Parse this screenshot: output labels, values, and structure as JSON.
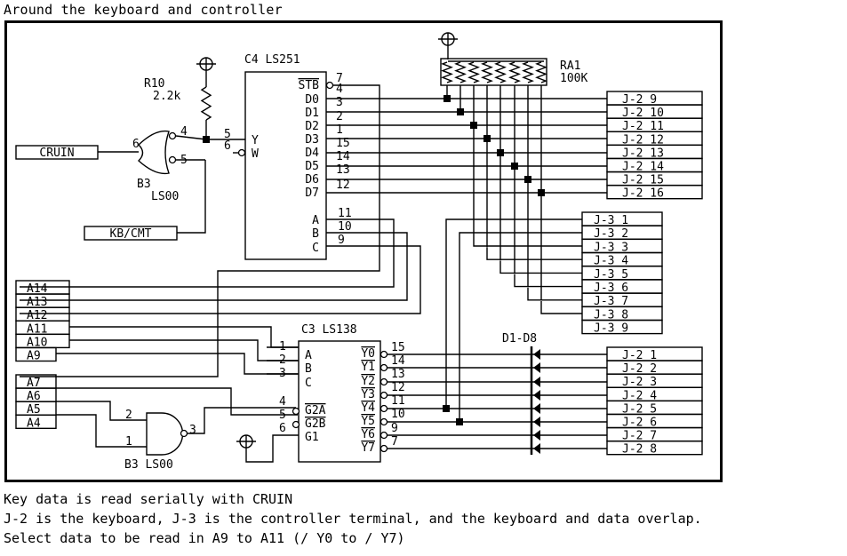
{
  "title": "Around the keyboard and controller",
  "components": {
    "r10": {
      "ref": "R10",
      "value": "2.2k"
    },
    "c4": {
      "ref": "C4",
      "part": "LS251",
      "pins_left": [
        {
          "name": "Y",
          "pin": "5"
        },
        {
          "name": "W",
          "pin": "6"
        }
      ],
      "pins_right": [
        {
          "name": "STB",
          "pin": "7"
        },
        {
          "name": "D0",
          "pin": "4"
        },
        {
          "name": "D1",
          "pin": "3"
        },
        {
          "name": "D2",
          "pin": "2"
        },
        {
          "name": "D3",
          "pin": "1"
        },
        {
          "name": "D4",
          "pin": "15"
        },
        {
          "name": "D5",
          "pin": "14"
        },
        {
          "name": "D6",
          "pin": "13"
        },
        {
          "name": "D7",
          "pin": "12"
        }
      ],
      "select_pins": [
        {
          "name": "A",
          "pin": "11"
        },
        {
          "name": "B",
          "pin": "10"
        },
        {
          "name": "C",
          "pin": "9"
        }
      ]
    },
    "b3_nand_top": {
      "ref": "B3",
      "part": "LS00",
      "pins": [
        "6",
        "4",
        "5"
      ]
    },
    "b3_nand_bottom": {
      "ref": "B3",
      "part": "LS00",
      "label": "B3 LS00",
      "pins": [
        "2",
        "1",
        "3"
      ]
    },
    "ra1": {
      "ref": "RA1",
      "value": "100K"
    },
    "c3": {
      "ref": "C3",
      "part": "LS138",
      "inputs": [
        {
          "name": "A",
          "pin": "1"
        },
        {
          "name": "B",
          "pin": "2"
        },
        {
          "name": "C",
          "pin": "3"
        },
        {
          "name": "G2A",
          "pin": "4"
        },
        {
          "name": "G2B",
          "pin": "5"
        },
        {
          "name": "G1",
          "pin": "6"
        }
      ],
      "outputs": [
        {
          "name": "Y0",
          "pin": "15"
        },
        {
          "name": "Y1",
          "pin": "14"
        },
        {
          "name": "Y2",
          "pin": "13"
        },
        {
          "name": "Y3",
          "pin": "12"
        },
        {
          "name": "Y4",
          "pin": "11"
        },
        {
          "name": "Y5",
          "pin": "10"
        },
        {
          "name": "Y6",
          "pin": "9"
        },
        {
          "name": "Y7",
          "pin": "7"
        }
      ]
    },
    "diodes": {
      "label": "D1-D8"
    }
  },
  "signals": {
    "cruin": "CRUIN",
    "kb_cmt": "KB/CMT",
    "address_high": [
      "A14",
      "A13",
      "A12",
      "A11",
      "A10",
      "A9"
    ],
    "address_low": [
      "A7",
      "A6",
      "A5",
      "A4"
    ]
  },
  "connectors": {
    "j2_upper": [
      "J-2  9",
      "J-2  10",
      "J-2  11",
      "J-2  12",
      "J-2  13",
      "J-2  14",
      "J-2  15",
      "J-2  16"
    ],
    "j3": [
      "J-3  1",
      "J-3  2",
      "J-3  3",
      "J-3  4",
      "J-3  5",
      "J-3  6",
      "J-3  7",
      "J-3  8",
      "J-3  9"
    ],
    "j2_lower": [
      "J-2  1",
      "J-2  2",
      "J-2  3",
      "J-2  4",
      "J-2  5",
      "J-2  6",
      "J-2  7",
      "J-2  8"
    ]
  },
  "notes": [
    "Key data is read serially with CRUIN",
    "J-2 is the keyboard, J-3 is the controller terminal, and the keyboard and data overlap.",
    "Select data to be read in A9 to A11 (/ Y0 to / Y7)"
  ]
}
